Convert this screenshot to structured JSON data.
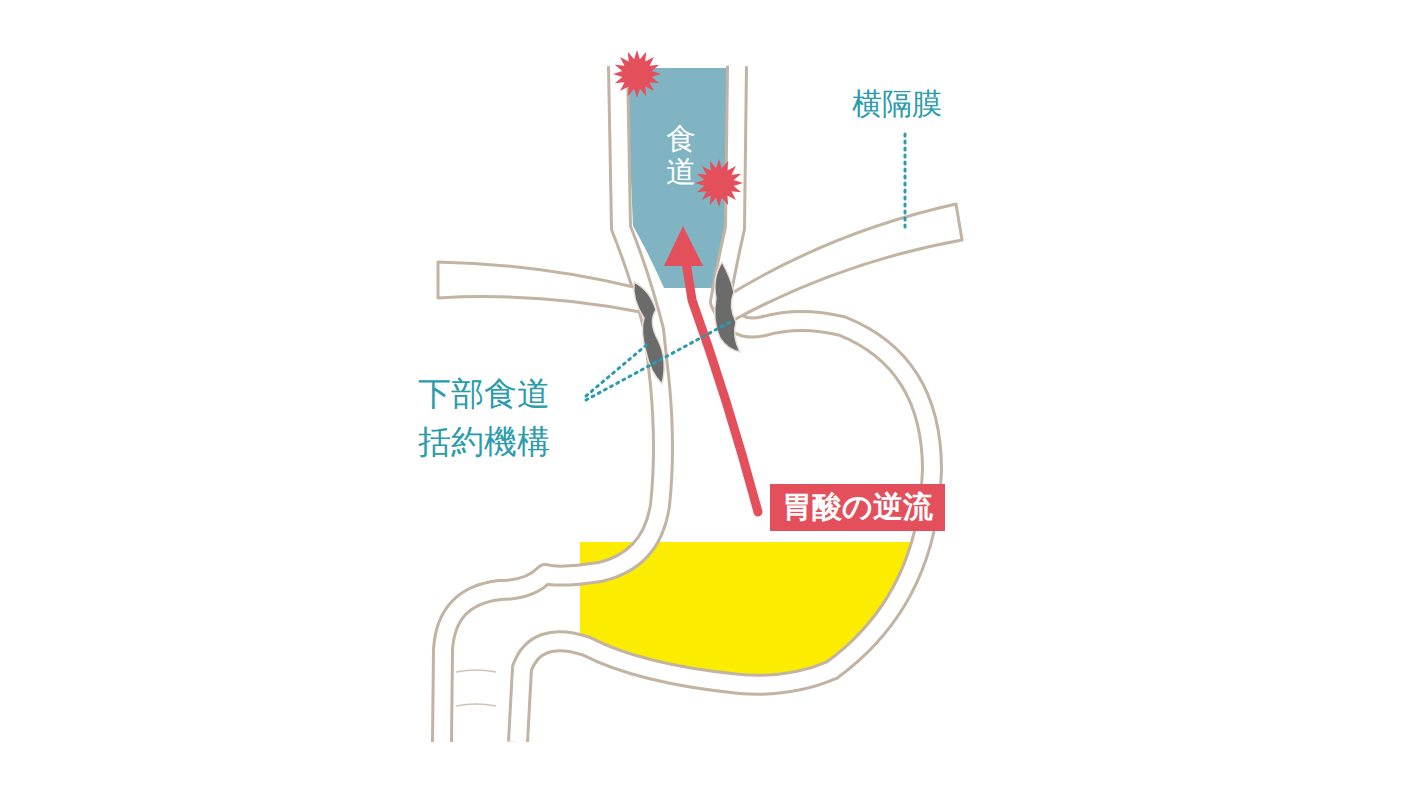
{
  "diagram": {
    "nodes": [
      {
        "text": [
          "胃酸の逆流"
        ]
      }
    ],
    "labels": [
      "食道",
      "横隔膜",
      "下部食道 括約機構"
    ]
  }
}
